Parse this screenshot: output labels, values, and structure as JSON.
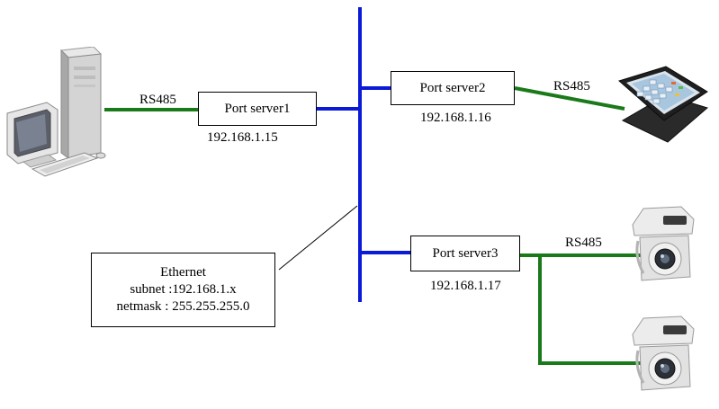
{
  "servers": [
    {
      "name": "Port server1",
      "ip": "192.168.1.15"
    },
    {
      "name": "Port server2",
      "ip": "192.168.1.16"
    },
    {
      "name": "Port server3",
      "ip": "192.168.1.17"
    }
  ],
  "links": {
    "pc": "RS485",
    "terminal": "RS485",
    "cameras": "RS485"
  },
  "ethernet_note": {
    "title": "Ethernet",
    "subnet": "subnet :192.168.1.x",
    "netmask": "netmask : 255.255.255.0"
  },
  "colors": {
    "ethernet_bus": "#0b1ad6",
    "serial_link": "#1a7a1a"
  },
  "devices": [
    "desktop-pc-icon",
    "touch-terminal-icon",
    "ptz-camera-icon",
    "ptz-camera-icon"
  ]
}
